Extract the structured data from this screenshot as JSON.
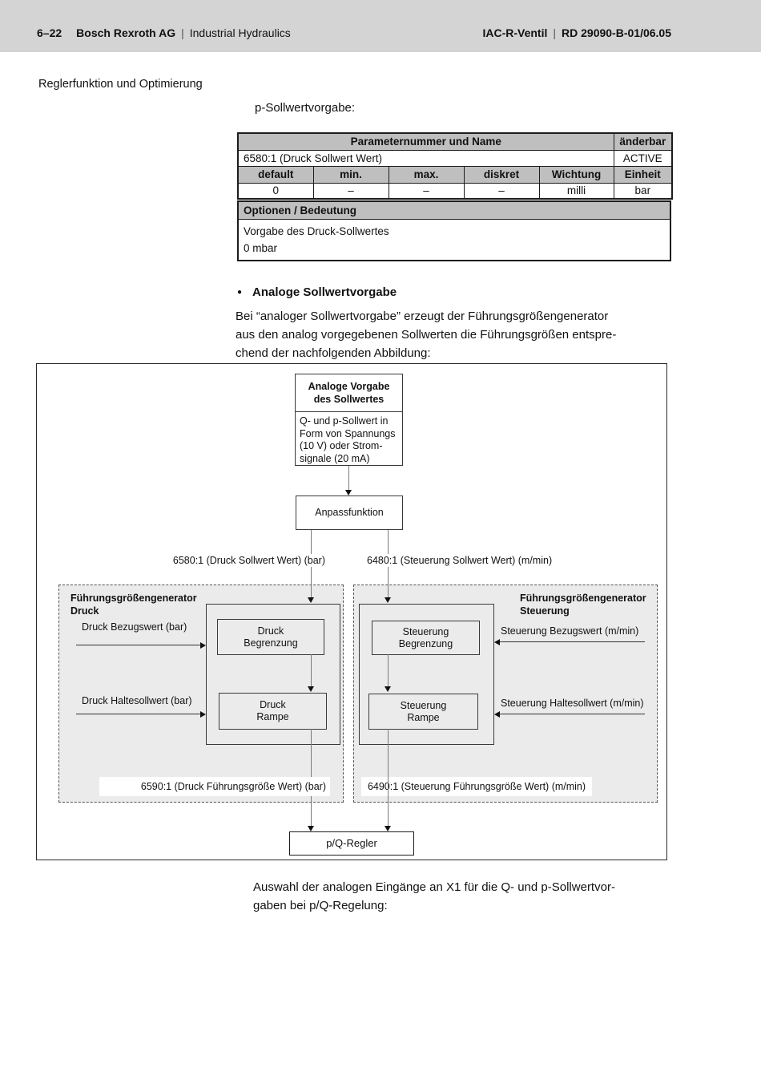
{
  "header": {
    "page_no": "6–22",
    "company": "Bosch Rexroth AG",
    "division": "Industrial Hydraulics",
    "product": "IAC-R-Ventil",
    "doc_id": "RD 29090-B-01/06.05",
    "separator": "|"
  },
  "section_title": "Reglerfunktion und Optimierung",
  "caption": "p-Sollwertvorgabe:",
  "param_table": {
    "header_main": "Parameternummer und Name",
    "header_change": "änderbar",
    "param_name": "6580:1 (Druck Sollwert Wert)",
    "param_state": "ACTIVE",
    "columns": [
      "default",
      "min.",
      "max.",
      "diskret",
      "Wichtung",
      "Einheit"
    ],
    "values": [
      "0",
      "–",
      "–",
      "–",
      "milli",
      "bar"
    ]
  },
  "options_table": {
    "header": "Optionen / Bedeutung",
    "line1": "Vorgabe des Druck-Sollwertes",
    "line2": "0 mbar"
  },
  "bullet": {
    "marker": "●",
    "title": "Analoge Sollwertvorgabe"
  },
  "paragraph": [
    "Bei “analoger Sollwertvorgabe” erzeugt der Führungsgrößengenerator",
    "aus den analog vorgegebenen Sollwerten die Führungsgrößen entspre-",
    "chend der nachfolgenden Abbildung:"
  ],
  "diagram": {
    "source_box": {
      "title_line1": "Analoge Vorgabe",
      "title_line2": "des Sollwertes",
      "body_line1": "Q- und p-Sollwert in",
      "body_line2": "Form von Spannungs",
      "body_line3": "(10 V) oder Strom-",
      "body_line4": "signale (20 mA)"
    },
    "adapt_box": "Anpassfunktion",
    "signal_left": "6580:1 (Druck Sollwert Wert) (bar)",
    "signal_right": "6480:1 (Steuerung Sollwert Wert) (m/min)",
    "gen_druck": {
      "title_line1": "Führungsgrößengenerator",
      "title_line2": "Druck",
      "input1": "Druck Bezugswert (bar)",
      "input2": "Druck Haltesollwert (bar)",
      "box1_line1": "Druck",
      "box1_line2": "Begrenzung",
      "box2_line1": "Druck",
      "box2_line2": "Rampe",
      "output": "6590:1 (Druck Führungsgröße Wert) (bar)"
    },
    "gen_steuerung": {
      "title_line1": "Führungsgrößengenerator",
      "title_line2": "Steuerung",
      "input1": "Steuerung Bezugswert (m/min)",
      "input2": "Steuerung Haltesollwert (m/min)",
      "box1_line1": "Steuerung",
      "box1_line2": "Begrenzung",
      "box2_line1": "Steuerung",
      "box2_line2": "Rampe",
      "output": "6490:1 (Steuerung Führungsgröße Wert) (m/min)"
    },
    "controller_box": "p/Q-Regler"
  },
  "footer_paragraph": [
    "Auswahl der analogen Eingänge an X1 für die Q- und p-Sollwertvor-",
    "gaben bei p/Q-Regelung:"
  ],
  "colors": {
    "header_band": "#d4d4d4",
    "table_header": "#bfbfbf",
    "generator_fill": "#ebebeb"
  }
}
